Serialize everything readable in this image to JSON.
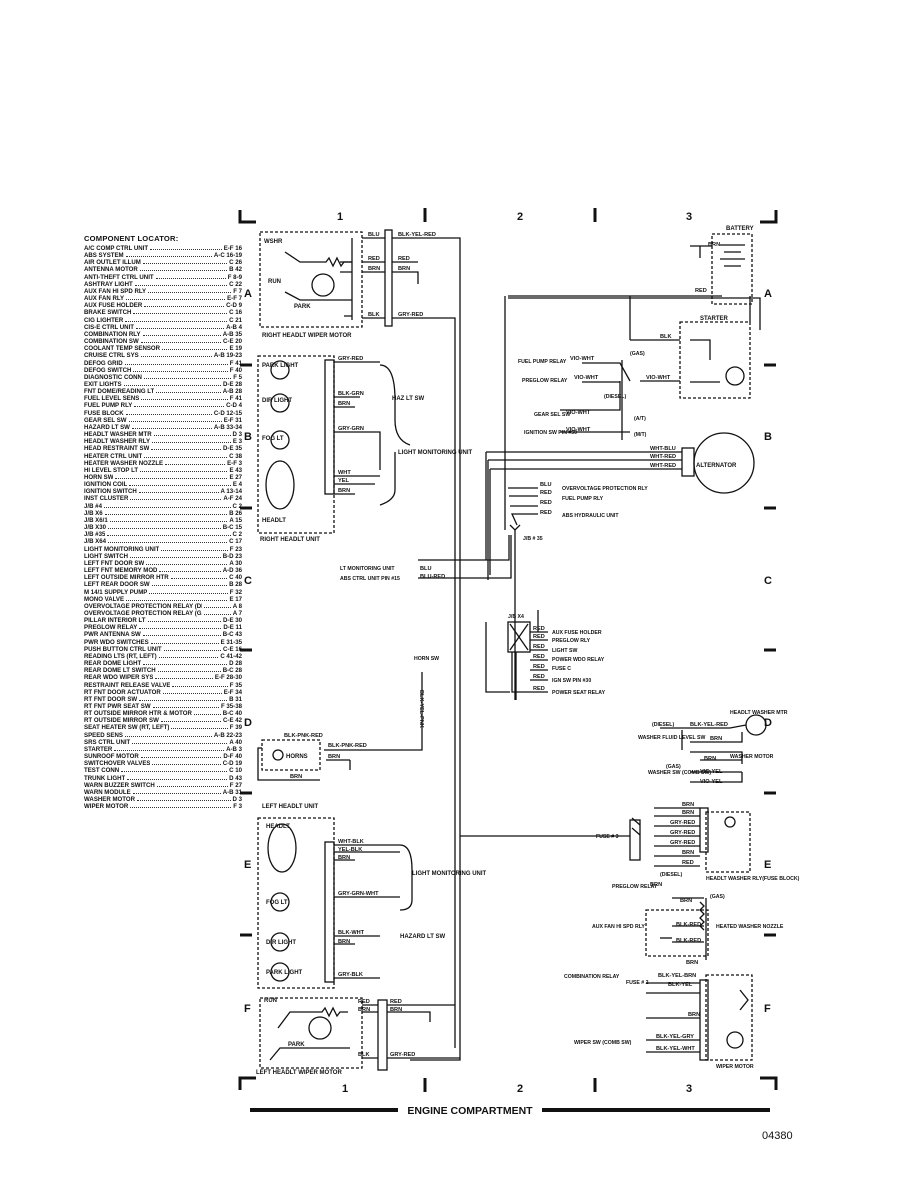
{
  "grid": {
    "columns": [
      "1",
      "2",
      "3"
    ],
    "rows": [
      "A",
      "B",
      "C",
      "D",
      "E",
      "F"
    ]
  },
  "footer": {
    "title": "ENGINE COMPARTMENT",
    "figure_id": "04380"
  },
  "locator": {
    "title": "COMPONENT LOCATOR:",
    "items": [
      {
        "name": "A/C COMP CTRL UNIT",
        "ref": "E-F 16"
      },
      {
        "name": "ABS SYSTEM",
        "ref": "A-C 16-19"
      },
      {
        "name": "AIR OUTLET ILLUM",
        "ref": "C 26"
      },
      {
        "name": "ANTENNA MOTOR",
        "ref": "B 42"
      },
      {
        "name": "ANTI-THEFT CTRL UNIT",
        "ref": "F 8-9"
      },
      {
        "name": "ASHTRAY LIGHT",
        "ref": "C 22"
      },
      {
        "name": "AUX FAN HI SPD RLY",
        "ref": "F 7"
      },
      {
        "name": "AUX FAN RLY",
        "ref": "E-F 7"
      },
      {
        "name": "AUX FUSE HOLDER",
        "ref": "C-D 9"
      },
      {
        "name": "BRAKE SWITCH",
        "ref": "C 16"
      },
      {
        "name": "CIG LIGHTER",
        "ref": "C 21"
      },
      {
        "name": "CIS-E CTRL UNIT",
        "ref": "A-B 4"
      },
      {
        "name": "COMBINATION RLY",
        "ref": "A-B 35"
      },
      {
        "name": "COMBINATION SW",
        "ref": "C-E 20"
      },
      {
        "name": "COOLANT TEMP SENSOR",
        "ref": "E 19"
      },
      {
        "name": "CRUISE CTRL SYS",
        "ref": "A-B 19-23"
      },
      {
        "name": "DEFOG GRID",
        "ref": "F 41"
      },
      {
        "name": "DEFOG SWITCH",
        "ref": "F 40"
      },
      {
        "name": "DIAGNOSTIC CONN",
        "ref": "F 5"
      },
      {
        "name": "EXIT LIGHTS",
        "ref": "D-E 28"
      },
      {
        "name": "FNT DOME/READING LT",
        "ref": "A-B 28"
      },
      {
        "name": "FUEL LEVEL SENS",
        "ref": "F 41"
      },
      {
        "name": "FUEL PUMP RLY",
        "ref": "C-D 4"
      },
      {
        "name": "FUSE BLOCK",
        "ref": "C-D 12-15"
      },
      {
        "name": "GEAR SEL SW",
        "ref": "E-F 31"
      },
      {
        "name": "HAZARD LT SW",
        "ref": "A-B 33-34"
      },
      {
        "name": "HEADLT WASHER MTR",
        "ref": "D 3"
      },
      {
        "name": "HEADLT WASHER RLY",
        "ref": "E 3"
      },
      {
        "name": "HEAD RESTRAINT SW",
        "ref": "D-E 35"
      },
      {
        "name": "HEATER CTRL UNIT",
        "ref": "C 38"
      },
      {
        "name": "HEATER WASHER NOZZLE",
        "ref": "E-F 3"
      },
      {
        "name": "HI LEVEL STOP LT",
        "ref": "E 43"
      },
      {
        "name": "HORN SW",
        "ref": "E 27"
      },
      {
        "name": "IGNITION COIL",
        "ref": "E 4"
      },
      {
        "name": "IGNITION SWITCH",
        "ref": "A 13-14"
      },
      {
        "name": "INST CLUSTER",
        "ref": "A-F 24"
      },
      {
        "name": "J/B #4",
        "ref": "C 2"
      },
      {
        "name": "J/B X6",
        "ref": "B 26"
      },
      {
        "name": "J/B X6/1",
        "ref": "A 15"
      },
      {
        "name": "J/B X30",
        "ref": "B-C 15"
      },
      {
        "name": "J/B #35",
        "ref": "C 2"
      },
      {
        "name": "J/B X64",
        "ref": "C 17"
      },
      {
        "name": "LIGHT MONITORING UNIT",
        "ref": "F 23"
      },
      {
        "name": "LIGHT SWITCH",
        "ref": "B-D 23"
      },
      {
        "name": "LEFT FNT DOOR SW",
        "ref": "A 30"
      },
      {
        "name": "LEFT FNT MEMORY MOD",
        "ref": "A-D 36"
      },
      {
        "name": "LEFT OUTSIDE MIRROR HTR",
        "ref": "C 40"
      },
      {
        "name": "LEFT REAR DOOR SW",
        "ref": "B 28"
      },
      {
        "name": "M 14/1 SUPPLY PUMP",
        "ref": "F 32"
      },
      {
        "name": "MONO VALVE",
        "ref": "E 17"
      },
      {
        "name": "OVERVOLTAGE PROTECTION RELAY (DIESEL)",
        "ref": "A 8"
      },
      {
        "name": "OVERVOLTAGE PROTECTION RELAY (GAS)",
        "ref": "A 7"
      },
      {
        "name": "PILLAR INTERIOR LT",
        "ref": "D-E 30"
      },
      {
        "name": "PREGLOW RELAY",
        "ref": "D-E 11"
      },
      {
        "name": "PWR ANTENNA SW",
        "ref": "B-C 43"
      },
      {
        "name": "PWR WDO SWITCHES",
        "ref": "E 31-35"
      },
      {
        "name": "PUSH BUTTON CTRL UNIT",
        "ref": "C-E 16"
      },
      {
        "name": "READING LTS (RT, LEFT)",
        "ref": "C 41-42"
      },
      {
        "name": "REAR DOME LIGHT",
        "ref": "D 28"
      },
      {
        "name": "REAR DOME LT SWITCH",
        "ref": "B-C 28"
      },
      {
        "name": "REAR WDO WIPER SYS",
        "ref": "E-F 28-30"
      },
      {
        "name": "RESTRAINT RELEASE VALVE",
        "ref": "F 35"
      },
      {
        "name": "RT FNT DOOR ACTUATOR",
        "ref": "E-F 34"
      },
      {
        "name": "RT FNT DOOR SW",
        "ref": "B 31"
      },
      {
        "name": "RT FNT PWR SEAT SW",
        "ref": "F 35-38"
      },
      {
        "name": "RT OUTSIDE MIRROR HTR & MOTOR",
        "ref": "B-C 40"
      },
      {
        "name": "RT OUTSIDE MIRROR SW",
        "ref": "C-E 42"
      },
      {
        "name": "SEAT HEATER SW (RT, LEFT)",
        "ref": "F 39"
      },
      {
        "name": "SPEED SENS",
        "ref": "A-B 22-23"
      },
      {
        "name": "SRS CTRL UNIT",
        "ref": "A 40"
      },
      {
        "name": "STARTER",
        "ref": "A-B 3"
      },
      {
        "name": "SUNROOF MOTOR",
        "ref": "D-F 40"
      },
      {
        "name": "SWITCHOVER VALVES",
        "ref": "C-D 19"
      },
      {
        "name": "TEST CONN",
        "ref": "C 10"
      },
      {
        "name": "TRUNK LIGHT",
        "ref": "D 43"
      },
      {
        "name": "WARN BUZZER SWITCH",
        "ref": "F 27"
      },
      {
        "name": "WARN MODULE",
        "ref": "A-B 31"
      },
      {
        "name": "WASHER MOTOR",
        "ref": "D 3"
      },
      {
        "name": "WIPER MOTOR",
        "ref": "F 3"
      }
    ]
  },
  "components": {
    "battery": "BATTERY",
    "starter": "STARTER",
    "alternator": "ALTERNATOR",
    "wshr": "WSHR",
    "run": "RUN",
    "park": "PARK",
    "right_wiper_motor": "RIGHT HEADLT WIPER MOTOR",
    "park_light": "PARK LIGHT",
    "dir_light": "DIR LIGHT",
    "fog_lt": "FOG LT",
    "headlt": "HEADLT",
    "right_headlt_unit": "RIGHT HEADLT UNIT",
    "haz_lt_sw": "HAZ LT SW",
    "light_monitoring_unit": "LIGHT MONITORING UNIT",
    "fuel_pump_relay": "FUEL PUMP RELAY",
    "preglow_relay": "PREGLOW RELAY",
    "gear_sel_sw": "GEAR SEL SW",
    "ignition_sw": "IGNITION SW PIN #50",
    "overvoltage_rly": "OVERVOLTAGE PROTECTION RLY",
    "fuel_pump_rly": "FUEL PUMP RLY",
    "abs_hydraulic": "ABS HYDRAULIC UNIT",
    "jb35": "J/B # 35",
    "lt_mon_unit": "LT MONITORING UNIT",
    "abs_ctrl_unit": "ABS CTRL UNIT PIN #15",
    "jb_x4": "J/B X4",
    "aux_fuse_holder": "AUX FUSE HOLDER",
    "preglow_rly": "PREGLOW RLY",
    "light_sw": "LIGHT SW",
    "power_wdo_relay": "POWER WDO RELAY",
    "fuse_c": "FUSE C",
    "ign_sw_pin30": "IGN SW PIN #30",
    "power_seat_relay": "POWER SEAT RELAY",
    "horn_sw": "HORN SW",
    "horns": "HORNS",
    "headlt_washer_mtr": "HEADLT WASHER MTR",
    "diesel": "(DIESEL)",
    "gas": "(GAS)",
    "washer_fluid_sw": "WASHER FLUID LEVEL SW",
    "washer_motor": "WASHER MOTOR",
    "washer_sw": "WASHER SW (COMB SW)",
    "left_headlt_unit": "LEFT HEADLT UNIT",
    "fuse3": "FUSE # 3",
    "fuse2": "FUSE # 2",
    "headlt_washer_rly": "HEADLT WASHER RLY(FUSE BLOCK)",
    "aux_fan_hi": "AUX FAN HI SPD RLY",
    "heated_nozzle": "HEATED WASHER NOZZLE",
    "combination_relay": "COMBINATION RELAY",
    "wiper_sw": "WIPER SW (COMB SW)",
    "wiper_motor": "WIPER MOTOR",
    "hazard_lt_sw": "HAZARD LT SW",
    "left_wiper_motor": "LEFT HEADLT WIPER MOTOR",
    "at": "(A/T)",
    "mt": "(M/T)"
  },
  "wires": {
    "blu": "BLU",
    "blk_yel_red": "BLK-YEL-RED",
    "red": "RED",
    "brn": "BRN",
    "blk": "BLK",
    "gry_red": "GRY-RED",
    "blk_grn": "BLK-GRN",
    "gry_grn": "GRY-GRN",
    "wht": "WHT",
    "yel": "YEL",
    "vio_wht": "VIO-WHT",
    "wht_blu": "WHT-BLU",
    "wht_red": "WHT-RED",
    "blu_red": "BLU-RED",
    "blk_pnk_red": "BLK-PNK-RED",
    "blk_yel_pnk": "BLK-YEL-PNK",
    "vio_yel": "VIO-YEL",
    "gry_blk": "GRY-BLK",
    "blk_wht": "BLK-WHT",
    "wht_blk": "WHT-BLK",
    "yel_blk": "YEL-BLK",
    "gry_grn_wht": "GRY-GRN-WHT",
    "blk_red": "BLK-RED",
    "blk_yel_brn": "BLK-YEL-BRN",
    "blk_yel": "BLK-YEL",
    "blk_yel_gry": "BLK-YEL-GRY",
    "blk_yel_wht": "BLK-YEL-WHT"
  }
}
